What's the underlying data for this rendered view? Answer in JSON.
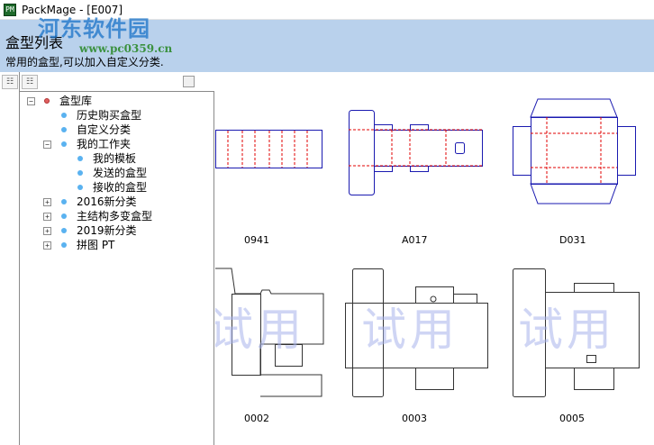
{
  "window": {
    "title": "PackMage - [E007]",
    "icon": "app-icon"
  },
  "watermark": {
    "site_name": "河东软件园",
    "site_url": "www.pc0359.cn"
  },
  "header": {
    "title": "盒型列表",
    "subtitle": "常用的盒型,可以加入自定义分类."
  },
  "tree": {
    "root": {
      "label": "盒型库",
      "expanded": true
    },
    "items": [
      {
        "label": "历史购买盒型"
      },
      {
        "label": "自定义分类"
      },
      {
        "label": "我的工作夹",
        "expanded": true
      },
      {
        "label": "我的模板"
      },
      {
        "label": "发送的盒型"
      },
      {
        "label": "接收的盒型"
      },
      {
        "label": "2016新分类",
        "expanded": false
      },
      {
        "label": "主结构多变盒型",
        "expanded": false
      },
      {
        "label": "2019新分类",
        "expanded": false
      },
      {
        "label": "拼图 PT",
        "expanded": false
      }
    ]
  },
  "gallery": {
    "trial_watermark": "试用",
    "items": [
      {
        "name": "0941"
      },
      {
        "name": "A017"
      },
      {
        "name": "D031"
      },
      {
        "name": "0002"
      },
      {
        "name": "0003"
      },
      {
        "name": "0005"
      }
    ]
  },
  "colors": {
    "header_bg": "#b9d1ec",
    "dieline_blue": "#1a1ab0",
    "fold_red": "#e00000",
    "dieline_gray": "#333333"
  }
}
